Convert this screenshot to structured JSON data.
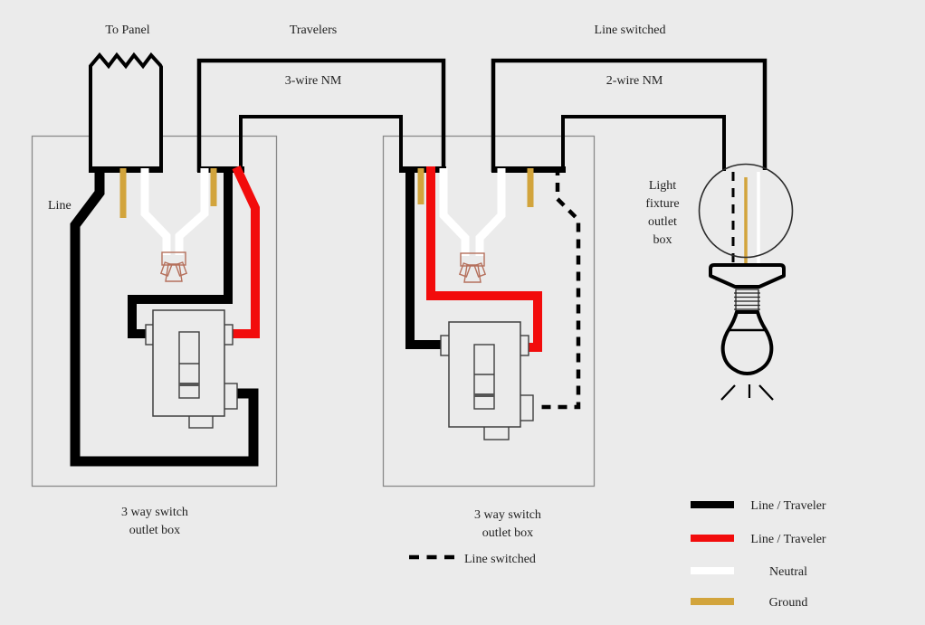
{
  "labels": {
    "to_panel": "To Panel",
    "travelers": "Travelers",
    "line_switched": "Line switched",
    "cable_3wire": "3-wire NM",
    "cable_2wire": "2-wire NM",
    "line": "Line",
    "fixture": {
      "l1": "Light",
      "l2": "fixture",
      "l3": "outlet",
      "l4": "box"
    },
    "box1": {
      "l1": "3 way switch",
      "l2": "outlet box"
    },
    "box2": {
      "l1": "3 way switch",
      "l2": "outlet box"
    }
  },
  "legend": {
    "dashed": {
      "label": "Line switched",
      "style": "dashed",
      "color": "#000000"
    },
    "items": [
      {
        "label": "Line / Traveler",
        "color": "#000000"
      },
      {
        "label": "Line / Traveler",
        "color": "#f20c0c"
      },
      {
        "label": "Neutral",
        "color": "#ffffff"
      },
      {
        "label": "Ground",
        "color": "#d2a43c"
      }
    ]
  },
  "colors": {
    "background": "#ebebeb",
    "wire_line_traveler_black": "#000000",
    "wire_traveler_red": "#f20c0c",
    "wire_neutral_white": "#ffffff",
    "wire_ground_gold": "#d2a43c",
    "outlet_box_outline": "#8a8a8a",
    "switch_outline": "#3f3f3f",
    "wire_nut_outline": "#b5705c"
  }
}
